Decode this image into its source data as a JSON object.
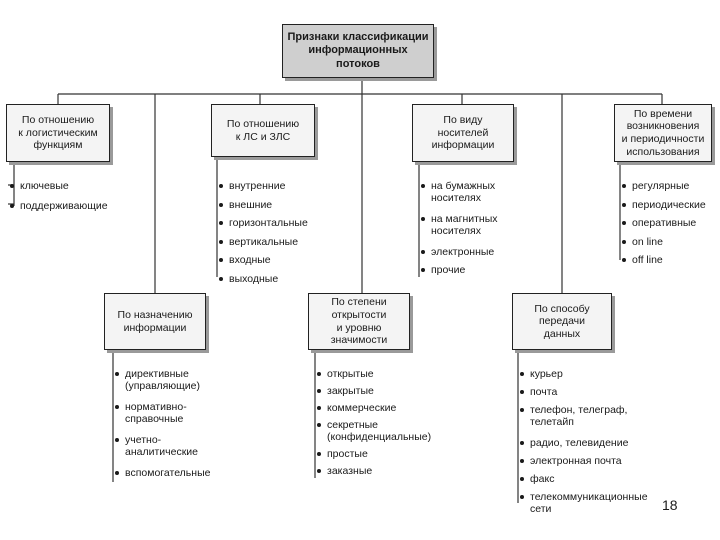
{
  "root": {
    "label": "Признаки классификации\nинформационных потоков"
  },
  "categories": [
    {
      "label": "По отношению\nк логистическим\nфункциям",
      "items": [
        "ключевые",
        "поддерживающие"
      ]
    },
    {
      "label": "По отношению\nк ЛС и ЗЛС",
      "items": [
        "внутренние",
        "внешние",
        "горизонтальные",
        "вертикальные",
        "входные",
        "выходные"
      ]
    },
    {
      "label": "По виду\nносителей\nинформации",
      "items": [
        "на бумажных\nносителях",
        "на магнитных\nносителях",
        "электронные",
        "прочие"
      ]
    },
    {
      "label": "По времени\nвозникновения\nи периодичности\nиспользования",
      "items": [
        "регулярные",
        "периодические",
        "оперативные",
        "on line",
        "off line"
      ]
    },
    {
      "label": "По назначению\nинформации",
      "items": [
        "директивные\n(управляющие)",
        "нормативно-\nсправочные",
        "учетно-\nаналитические",
        "вспомогательные"
      ]
    },
    {
      "label": "По степени\nоткрытости\nи уровню\nзначимости",
      "items": [
        "открытые",
        "закрытые",
        "коммерческие",
        "секретные\n(конфиденциальные)",
        "простые",
        "заказные"
      ]
    },
    {
      "label": "По способу\nпередачи\nданных",
      "items": [
        "курьер",
        "почта",
        "телефон, телеграф,\nтелетайп",
        "радио, телевидение",
        "электронная почта",
        "факс",
        "телекоммуникационные\nсети"
      ]
    }
  ],
  "page_number": "18"
}
